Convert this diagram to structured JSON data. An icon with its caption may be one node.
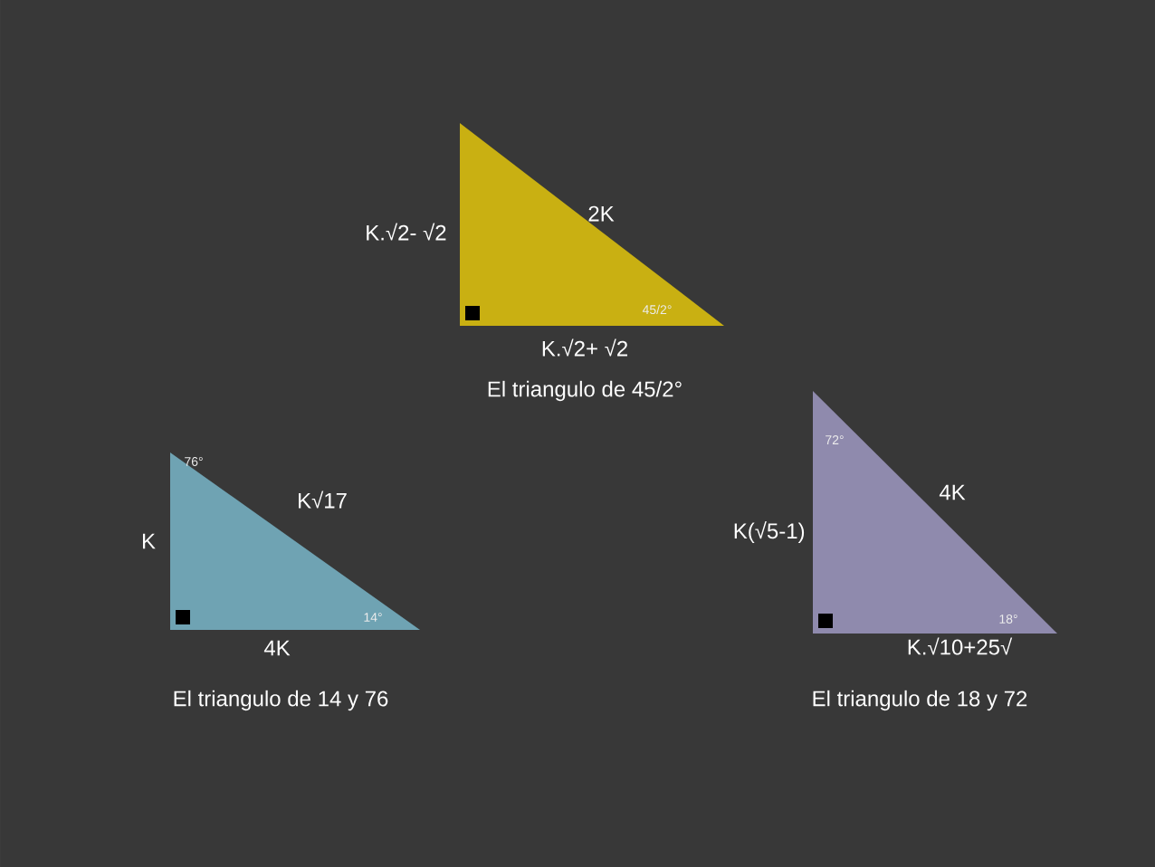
{
  "diagram": {
    "nodes": [
      {
        "text": [
          "45/2°"
        ],
        "beside": [
          "K.√2- √2",
          "2K",
          "K.√2+ √2",
          "El triangulo de 45/2°"
        ]
      },
      {
        "text": [
          "76°",
          "14°"
        ],
        "beside": [
          "K",
          "K√17",
          "4K",
          "El triangulo de 14 y 76"
        ]
      },
      {
        "text": [
          "72°",
          "18°"
        ],
        "beside": [
          "K(√5-1)",
          "4K",
          "K.√10+25√",
          "El triangulo de 18 y 72"
        ]
      }
    ]
  }
}
